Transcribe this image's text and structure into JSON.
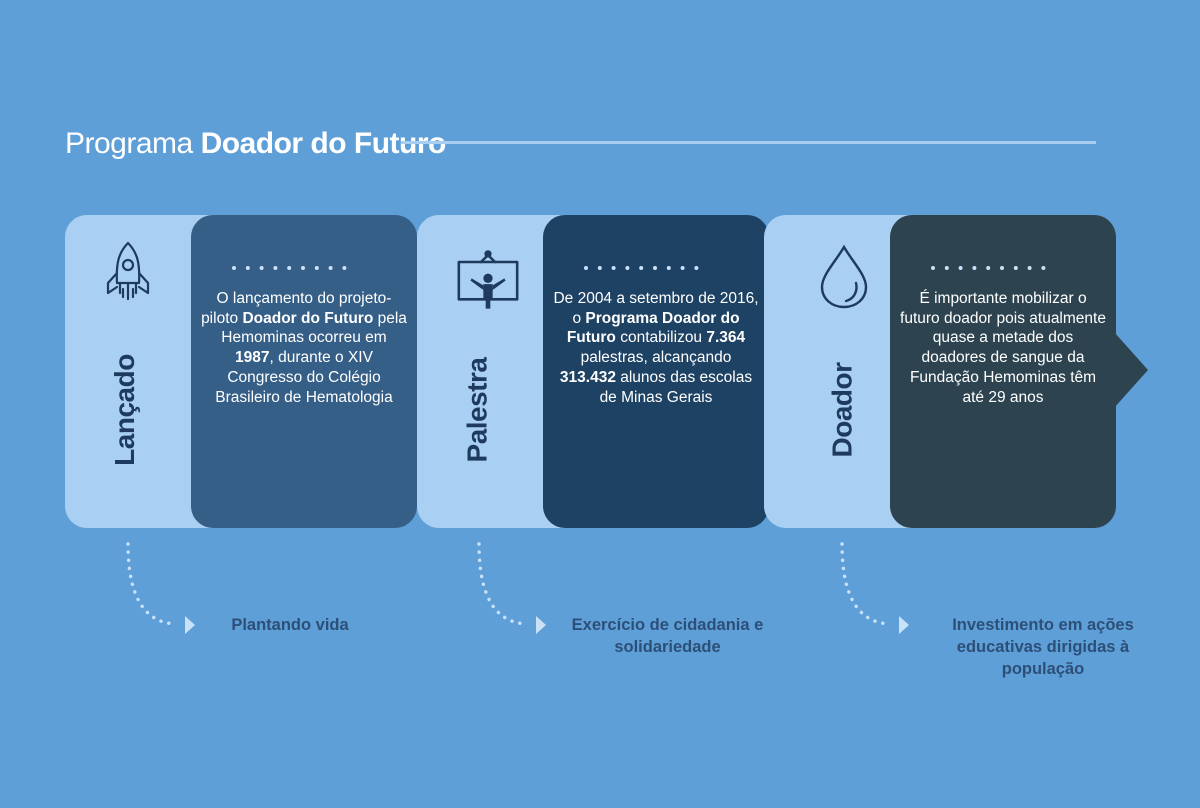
{
  "title": {
    "prefix": "Programa",
    "bold": "Doador do Futuro"
  },
  "colors": {
    "background": "#5f9fd8",
    "tab": "#a9d0f2",
    "panel_1": "#355f87",
    "panel_2": "#1e4264",
    "panel_3": "#2d4450",
    "caption": "#2c4f78"
  },
  "steps": [
    {
      "label": "Lançado",
      "icon": "rocket-icon",
      "text": [
        {
          "t": "O lançamento do projeto-piloto "
        },
        {
          "t": "Doador do Futuro",
          "b": true
        },
        {
          "t": " pela Hemominas ocorreu em "
        },
        {
          "t": "1987",
          "b": true
        },
        {
          "t": ", durante o XIV Congresso do Colégio Brasileiro de Hematologia"
        }
      ],
      "caption": "Plantando vida"
    },
    {
      "label": "Palestra",
      "icon": "presentation-board-icon",
      "text": [
        {
          "t": "De 2004 a setembro de 2016, o "
        },
        {
          "t": "Programa Doador do Futuro",
          "b": true
        },
        {
          "t": " contabilizou "
        },
        {
          "t": "7.364",
          "b": true
        },
        {
          "t": " palestras, alcançando "
        },
        {
          "t": "313.432",
          "b": true
        },
        {
          "t": " alunos das escolas de Minas Gerais"
        }
      ],
      "caption": "Exercício de cidadania e solidariedade"
    },
    {
      "label": "Doador",
      "icon": "blood-drop-icon",
      "text": [
        {
          "t": "É importante mobilizar o futuro doador pois atualmente quase a metade dos doadores de sangue da Fundação Hemominas têm até 29 anos"
        }
      ],
      "caption": "Investimento em ações educativas dirigidas à população"
    }
  ]
}
